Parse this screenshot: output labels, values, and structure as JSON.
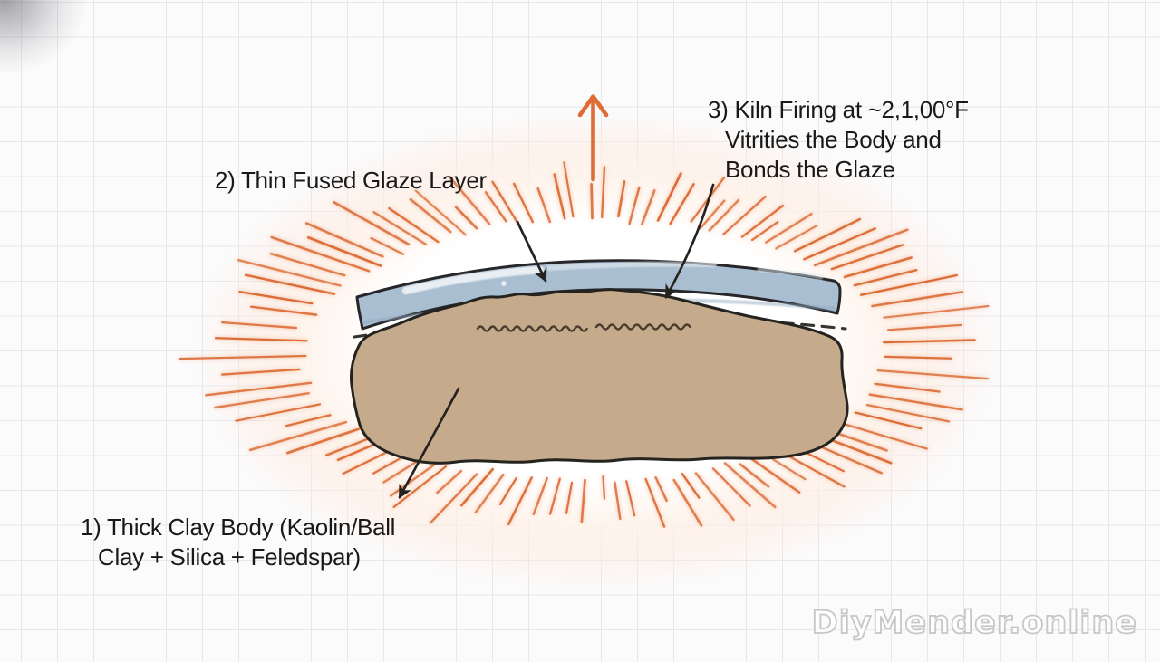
{
  "labels": {
    "clay_body": {
      "line1": "1) Thick Clay Body (Kaolin/Ball",
      "line2": "Clay + Silica + Feledspar)"
    },
    "glaze_layer": {
      "text": "2) Thin Fused Glaze Layer"
    },
    "kiln_firing": {
      "line1": "3) Kiln Firing at ~2,1,00°F",
      "line2": "Vitrities the Body and",
      "line3": "Bonds the Glaze"
    }
  },
  "watermark": {
    "text": "DiyMender.online"
  },
  "icons": {
    "heat_arrow": "up-arrow",
    "heat_rays": "radiating-lines",
    "leader_arrows": "down-arrow"
  },
  "colors": {
    "background": "#fbfbfc",
    "grid_line": "#e7e7eb",
    "heat_orange": "#dd6c35",
    "glaze_blue": "#a9bed1",
    "glaze_shadow": "#8fa8bd",
    "glaze_outline": "#26262a",
    "clay_tan": "#c5aa8b",
    "clay_speckle_dark": "#8a745a",
    "clay_speckle_mid": "#6f5f46",
    "clay_speckle_light": "#efe3cc",
    "squiggle_brown": "#3f3326",
    "ink": "#25231f",
    "text": "#191918",
    "watermark_gray": "#c7c7c7"
  }
}
